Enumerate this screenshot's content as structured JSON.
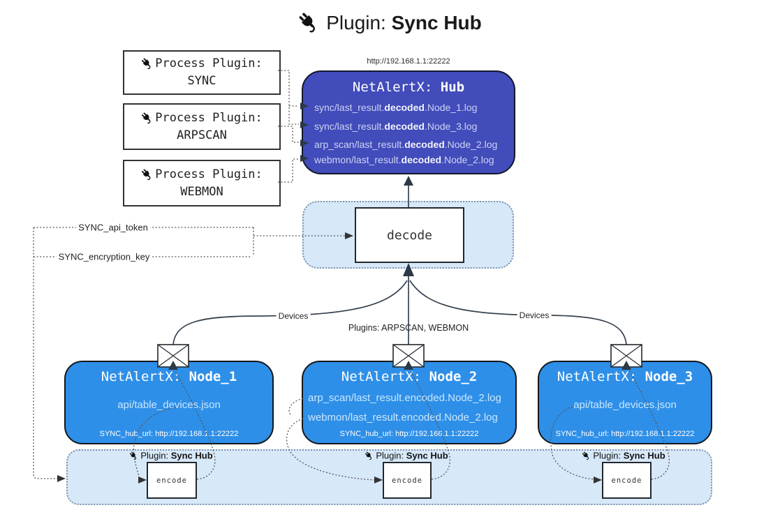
{
  "title": {
    "icon": "plug-icon",
    "prefix": "Plugin: ",
    "bold": "Sync Hub"
  },
  "process_plugins": [
    {
      "label": "Process Plugin:",
      "name": "SYNC"
    },
    {
      "label": "Process Plugin:",
      "name": "ARPSCAN"
    },
    {
      "label": "Process Plugin:",
      "name": "WEBMON"
    }
  ],
  "hub": {
    "url_label": "http://192.168.1.1:22222",
    "title_prefix": "NetAlertX: ",
    "title_bold": "Hub",
    "lines": [
      {
        "pre": "sync/last_result.",
        "bold": "decoded",
        "post": ".Node_1.log"
      },
      {
        "pre": "sync/last_result.",
        "bold": "decoded",
        "post": ".Node_3.log"
      },
      {
        "pre": "arp_scan/last_result.",
        "bold": "decoded",
        "post": ".Node_2.log"
      },
      {
        "pre": "webmon/last_result.",
        "bold": "decoded",
        "post": ".Node_2.log"
      }
    ]
  },
  "decode_label": "decode",
  "key_labels": {
    "api_token": "SYNC_api_token",
    "encryption_key": "SYNC_encryption_key"
  },
  "edge_labels": {
    "devices_left": "Devices",
    "plugins_center": "Plugins: ARPSCAN, WEBMON",
    "devices_right": "Devices"
  },
  "nodes": [
    {
      "title_prefix": "NetAlertX: ",
      "title_bold": "Node_1",
      "files": [
        "api/table_devices.json"
      ],
      "hub_url": "SYNC_hub_url: http://192.168.1.1:22222"
    },
    {
      "title_prefix": "NetAlertX: ",
      "title_bold": "Node_2",
      "files": [
        "arp_scan/last_result.encoded.Node_2.log",
        "webmon/last_result.encoded.Node_2.log"
      ],
      "hub_url": "SYNC_hub_url: http://192.168.1.1:22222"
    },
    {
      "title_prefix": "NetAlertX: ",
      "title_bold": "Node_3",
      "files": [
        "api/table_devices.json"
      ],
      "hub_url": "SYNC_hub_url: http://192.168.1.1:22222"
    }
  ],
  "encode": {
    "box_label": "encode",
    "plugin_prefix": "Plugin: ",
    "plugin_bold": "Sync Hub",
    "icon": "plug-icon"
  },
  "icons": {
    "plug": "plug-icon",
    "envelope": "envelope-icon"
  },
  "colors": {
    "hub_fill": "#424cba",
    "hub_text": "#ccd4f2",
    "node_fill": "#2e8fe8",
    "node_text_light": "#c9e7fd",
    "panel_fill": "#d7e8f9",
    "panel_border": "#7d93ab",
    "line_dark": "#37434f",
    "dotted": "#555555"
  }
}
